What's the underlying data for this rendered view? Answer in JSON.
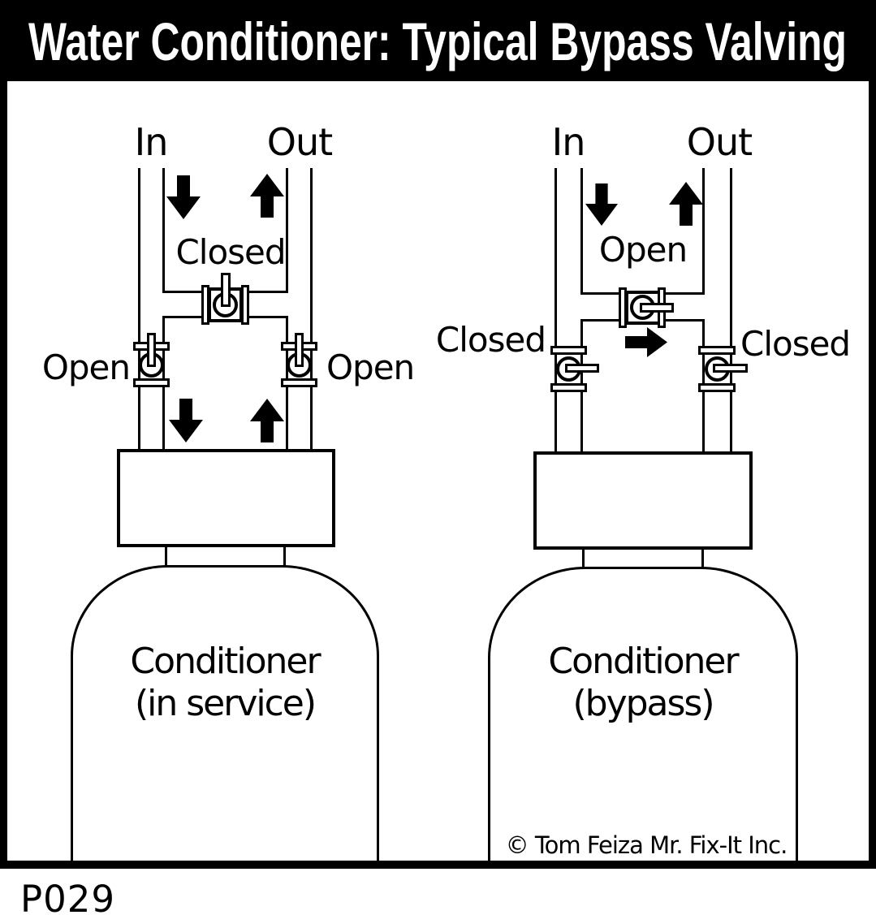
{
  "title": "Water Conditioner: Typical Bypass Valving",
  "figure_id": "P029",
  "copyright": "© Tom Feiza Mr. Fix-It Inc.",
  "colors": {
    "ink": "#000000",
    "paper": "#ffffff"
  },
  "diagrams": [
    {
      "name": "in-service",
      "labels": {
        "in": "In",
        "out": "Out",
        "bypass_valve": "Closed",
        "inlet_valve": "Open",
        "outlet_valve": "Open"
      },
      "tank": {
        "line1": "Conditioner",
        "line2": "(in service)"
      }
    },
    {
      "name": "bypass",
      "labels": {
        "in": "In",
        "out": "Out",
        "bypass_valve": "Open",
        "inlet_valve": "Closed",
        "outlet_valve": "Closed"
      },
      "tank": {
        "line1": "Conditioner",
        "line2": "(bypass)"
      }
    }
  ]
}
